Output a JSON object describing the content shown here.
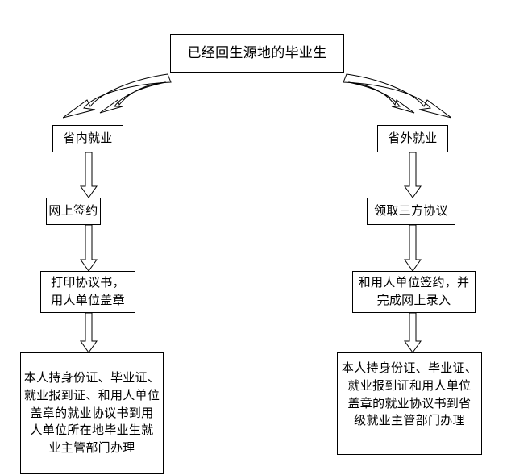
{
  "diagram": {
    "title_node": {
      "id": "root",
      "label": "已经回生源地的毕业生"
    },
    "branches": [
      {
        "side": "left",
        "steps": [
          {
            "id": "l1",
            "label": "省内就业"
          },
          {
            "id": "l2",
            "label": "网上签约"
          },
          {
            "id": "l3",
            "label": "打印协议书，\n用人单位盖章"
          },
          {
            "id": "l4",
            "label": "本人持身份证、毕业证、\n就业报到证、和用人单位\n盖章的就业协议书到用\n人单位所在地毕业生就\n业主管部门办理"
          }
        ]
      },
      {
        "side": "right",
        "steps": [
          {
            "id": "r1",
            "label": "省外就业"
          },
          {
            "id": "r2",
            "label": "领取三方协议"
          },
          {
            "id": "r3",
            "label": "和用人单位签约，并\n完成网上录入"
          },
          {
            "id": "r4",
            "label": "本人持身份证、毕业证、\n就业报到证和用人单位\n盖章的就业协议书到省\n级就业主管部门办理"
          }
        ]
      }
    ],
    "connectors": [
      {
        "id": "swoop-left",
        "icon": "curved-block-arrow-left",
        "from": "root",
        "to": "l1"
      },
      {
        "id": "swoop-right",
        "icon": "curved-block-arrow-right",
        "from": "root",
        "to": "r1"
      },
      {
        "id": "arrow-l1-l2",
        "icon": "down-block-arrow",
        "from": "l1",
        "to": "l2"
      },
      {
        "id": "arrow-l2-l3",
        "icon": "down-block-arrow",
        "from": "l2",
        "to": "l3"
      },
      {
        "id": "arrow-l3-l4",
        "icon": "down-block-arrow",
        "from": "l3",
        "to": "l4"
      },
      {
        "id": "arrow-r1-r2",
        "icon": "down-block-arrow",
        "from": "r1",
        "to": "r2"
      },
      {
        "id": "arrow-r2-r3",
        "icon": "down-block-arrow",
        "from": "r2",
        "to": "r3"
      },
      {
        "id": "arrow-r3-r4",
        "icon": "down-block-arrow",
        "from": "r3",
        "to": "r4"
      }
    ],
    "colors": {
      "background": "#ffffff",
      "stroke": "#000000",
      "text": "#000000",
      "fill": "#ffffff"
    }
  }
}
